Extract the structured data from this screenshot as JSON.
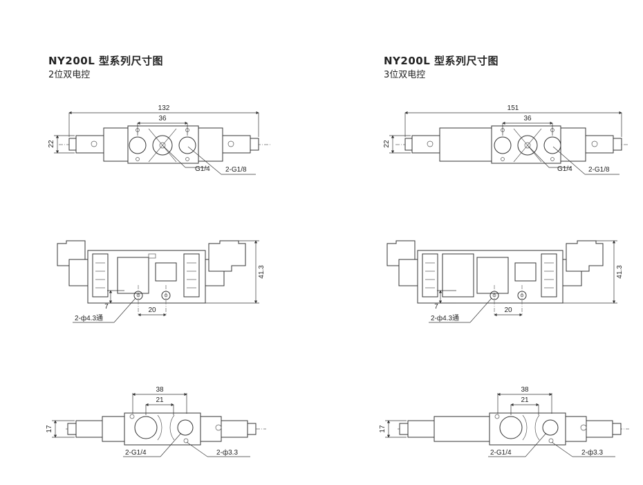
{
  "diagrams": [
    {
      "title": "NY200L 型系列尺寸图",
      "subtitle": "2位双电控",
      "dims": {
        "overall_length": "132",
        "port_spacing": "36",
        "height_top": "22",
        "port_thread": "G1/4",
        "pilot_thread": "2-G1/8",
        "height_side": "41.3",
        "hole_offset": "7",
        "hole_spacing": "20",
        "mount_holes": "2-ф4.3通",
        "bottom_outer": "38",
        "bottom_inner": "21",
        "height_bottom": "17",
        "bottom_port": "2-G1/4",
        "bottom_holes": "2-ф3.3"
      }
    },
    {
      "title": "NY200L 型系列尺寸图",
      "subtitle": "3位双电控",
      "dims": {
        "overall_length": "151",
        "port_spacing": "36",
        "height_top": "22",
        "port_thread": "G1/4",
        "pilot_thread": "2-G1/8",
        "height_side": "41.3",
        "hole_offset": "7",
        "hole_spacing": "20",
        "mount_holes": "2-ф4.3通",
        "bottom_outer": "38",
        "bottom_inner": "21",
        "height_bottom": "17",
        "bottom_port": "2-G1/4",
        "bottom_holes": "2-ф3.3"
      }
    }
  ]
}
